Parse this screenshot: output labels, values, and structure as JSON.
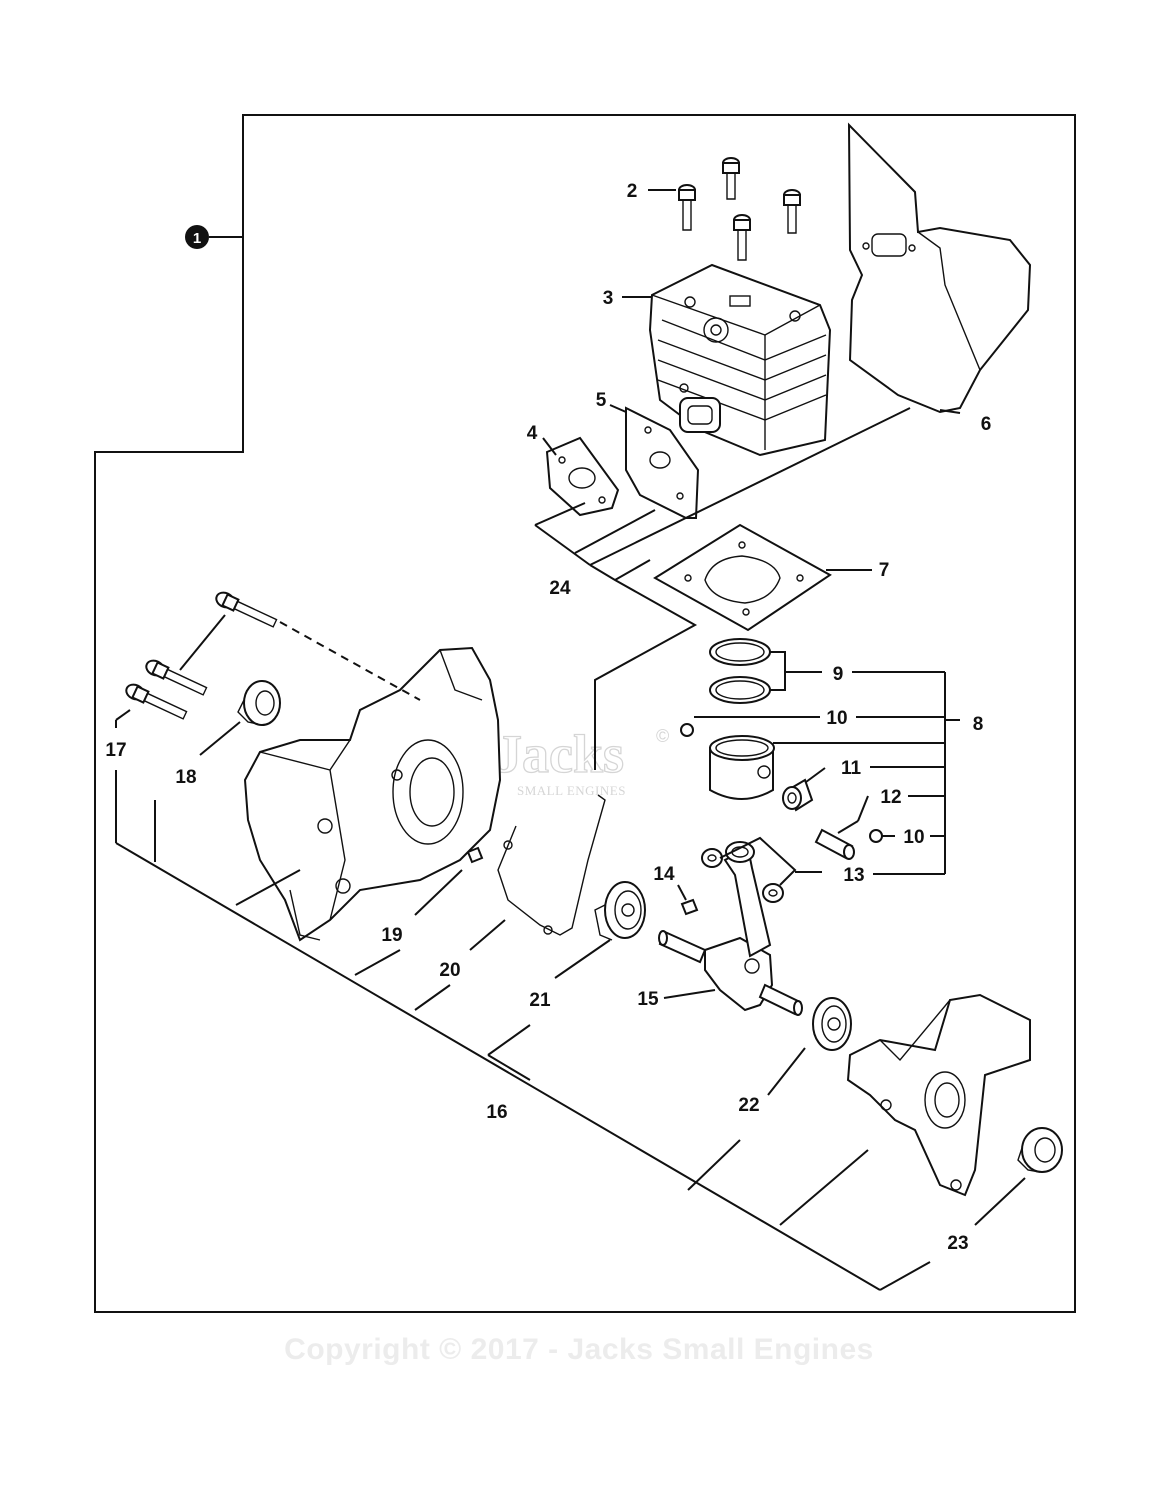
{
  "diagram": {
    "assembly_marker": "1",
    "labels": [
      "2",
      "3",
      "4",
      "5",
      "6",
      "7",
      "24",
      "9",
      "8",
      "10",
      "11",
      "12",
      "10",
      "13",
      "14",
      "15",
      "17",
      "18",
      "19",
      "20",
      "21",
      "16",
      "22",
      "23"
    ]
  },
  "watermark": {
    "brand": "Jacks",
    "brand_symbol": "©",
    "tagline": "SMALL ENGINES"
  },
  "footer": {
    "copyright": "Copyright © 2017 - Jacks Small Engines"
  }
}
